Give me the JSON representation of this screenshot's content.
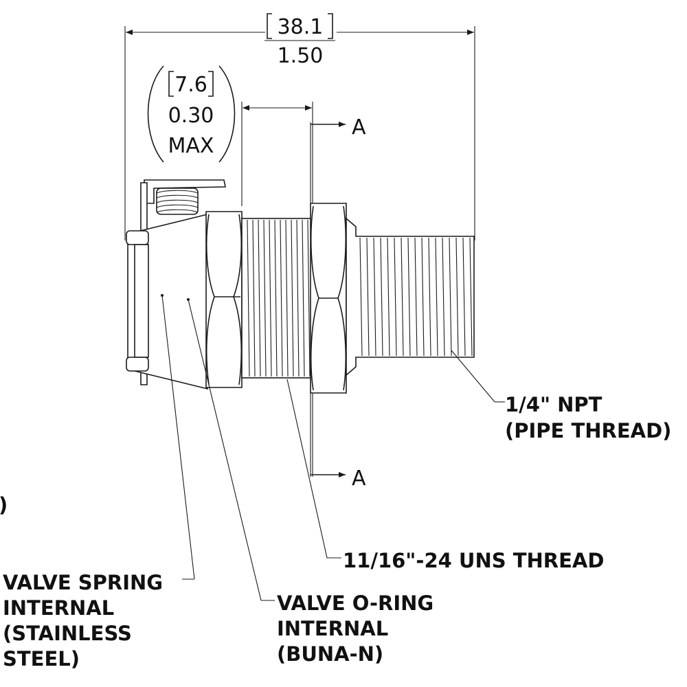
{
  "dimensions": {
    "overall": {
      "metric": "38.1",
      "inch": "1.50"
    },
    "panel": {
      "metric": "7.6",
      "inch": "0.30",
      "qualifier": "MAX"
    }
  },
  "section": {
    "label_top": "A",
    "label_bottom": "A"
  },
  "callouts": {
    "partial_left": ")",
    "pipe_thread": {
      "line1": "1/4\" NPT",
      "line2": "(PIPE THREAD)"
    },
    "uns_thread": "11/16\"-24 UNS THREAD",
    "valve_spring": {
      "line1": "VALVE SPRING",
      "line2": "INTERNAL",
      "line3": "(STAINLESS",
      "line4": "STEEL)"
    },
    "valve_oring": {
      "line1": "VALVE O-RING",
      "line2": "INTERNAL",
      "line3": "(BUNA-N)"
    }
  },
  "colors": {
    "line": "#1a1a1a",
    "background": "#ffffff"
  }
}
